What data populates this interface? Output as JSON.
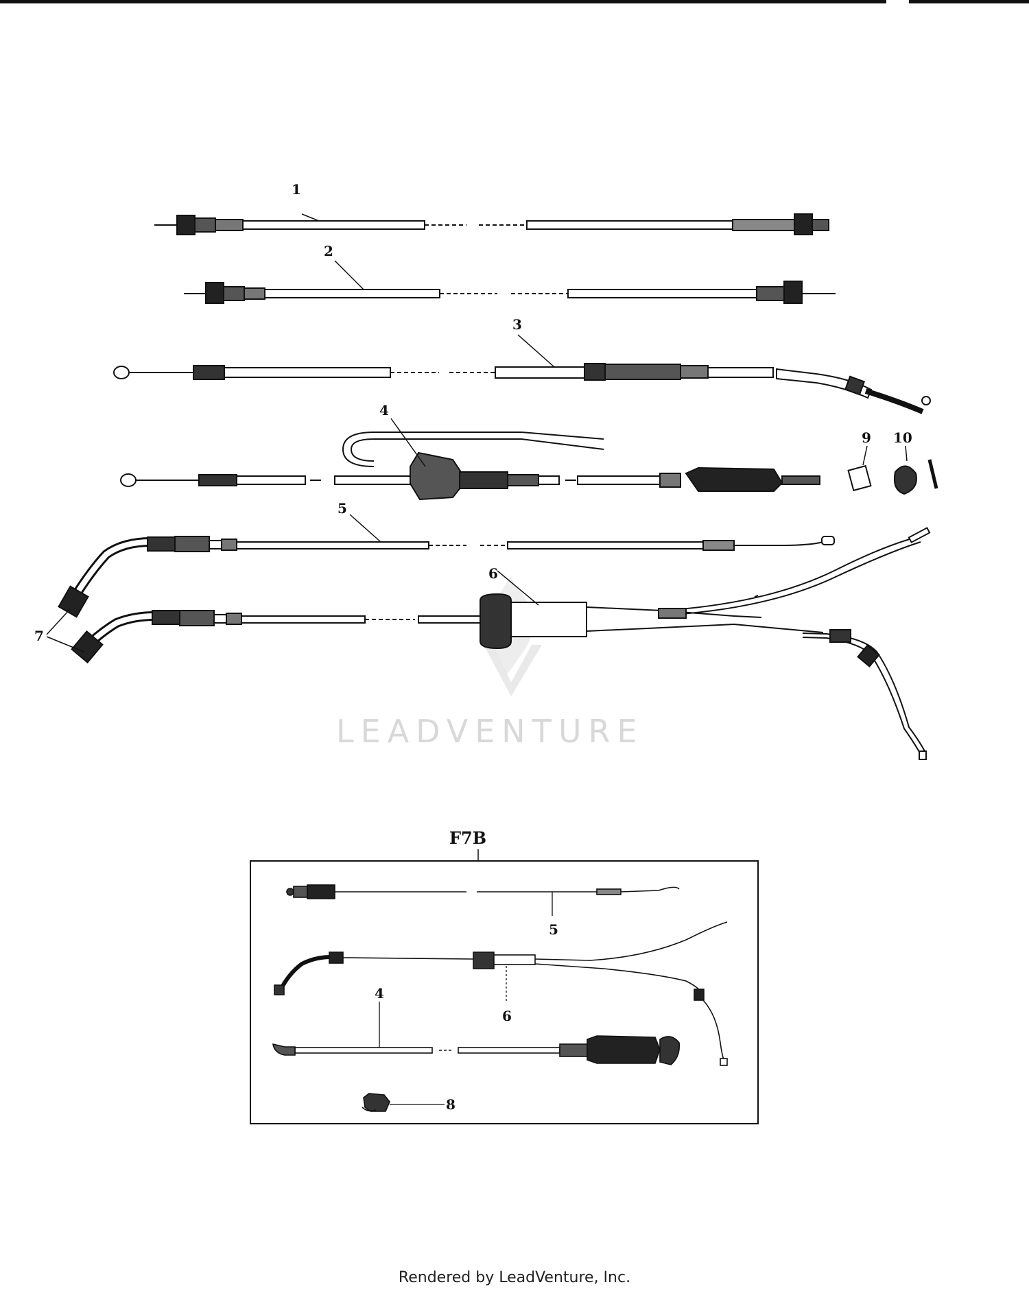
{
  "callouts": {
    "c1": "1",
    "c2": "2",
    "c3": "3",
    "c4": "4",
    "c5": "5",
    "c6": "6",
    "c7": "7",
    "c9": "9",
    "c10": "10",
    "b5": "5",
    "b6": "6",
    "b4": "4",
    "b8": "8"
  },
  "inset_title": "F7B",
  "watermark": "LEADVENTURE",
  "footer": "Rendered by LeadVenture, Inc."
}
